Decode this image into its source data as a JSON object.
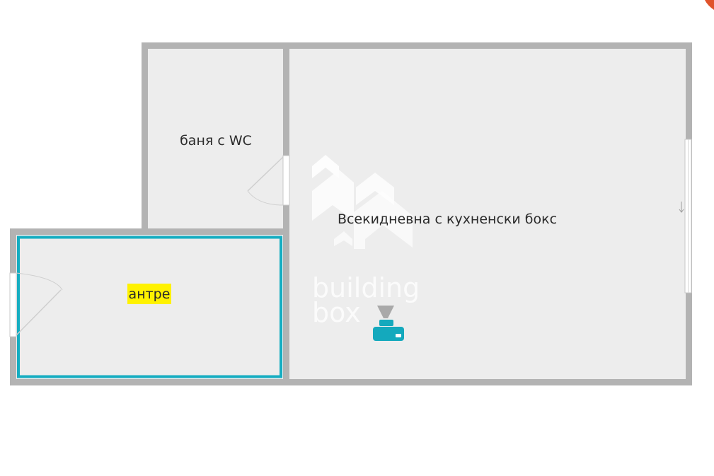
{
  "rooms": {
    "bathroom": {
      "label": "баня с WC"
    },
    "living": {
      "label": "Всекидневна с кухненски бокс"
    },
    "hallway": {
      "label": "антре"
    }
  },
  "watermark": {
    "line1": "building",
    "line2": "box"
  },
  "colors": {
    "wall": "#b3b3b3",
    "floor": "#ededed",
    "highlight_outline": "#15adc1",
    "label_highlight": "#fff200",
    "camera_icon": "#14a9bd",
    "corner_accent": "#e0532b"
  },
  "icons": [
    "camera-icon",
    "door-icon",
    "window-icon",
    "building-box-logo-icon"
  ]
}
